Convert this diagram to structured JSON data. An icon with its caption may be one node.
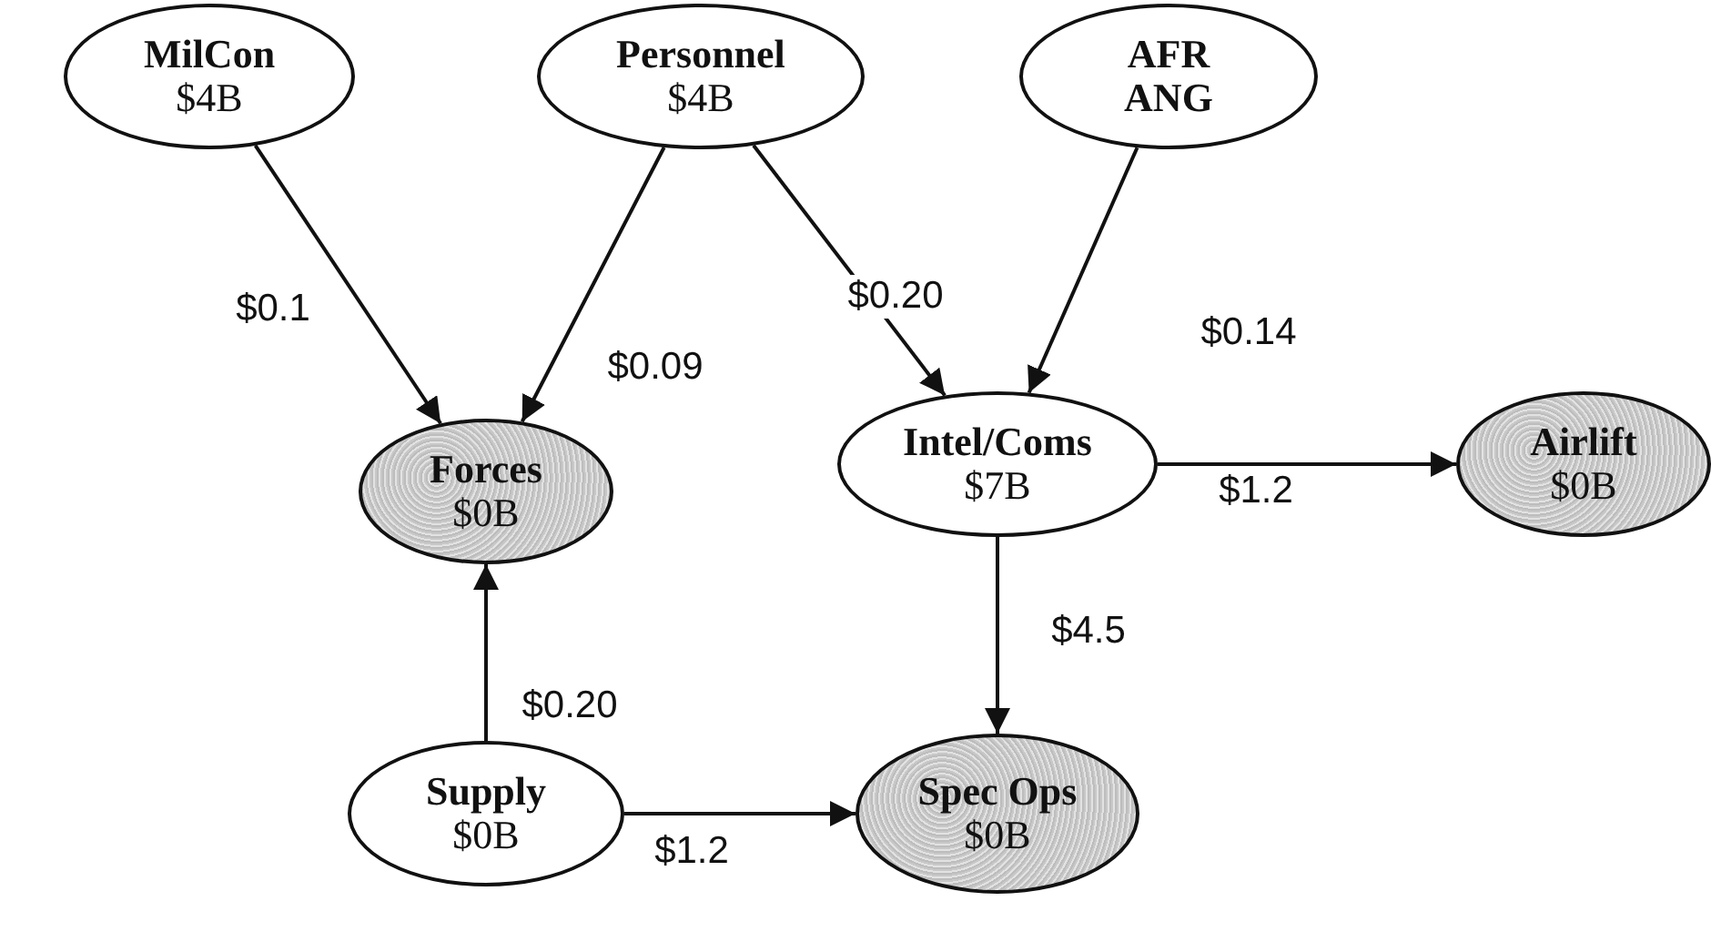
{
  "diagram": {
    "nodes": [
      {
        "text": [
          "MilCon",
          "$4B"
        ]
      },
      {
        "text": [
          "Personnel",
          "$4B"
        ]
      },
      {
        "text": [
          "AFR",
          "ANG"
        ]
      },
      {
        "text": [
          "Forces",
          "$0B"
        ]
      },
      {
        "text": [
          "Intel/Coms",
          "$7B"
        ]
      },
      {
        "text": [
          "Airlift",
          "$0B"
        ]
      },
      {
        "text": [
          "Supply",
          "$0B"
        ]
      },
      {
        "text": [
          "Spec Ops",
          "$0B"
        ]
      }
    ],
    "edges": [
      {
        "from": 0,
        "to": 3,
        "arrow": "to",
        "label": "$0.1"
      },
      {
        "from": 1,
        "to": 3,
        "arrow": "to",
        "label": "$0.09"
      },
      {
        "from": 1,
        "to": 4,
        "arrow": "to",
        "label": "$0.20"
      },
      {
        "from": 2,
        "to": 4,
        "arrow": "to",
        "label": "$0.14"
      },
      {
        "from": 4,
        "to": 5,
        "arrow": "to",
        "label": "$1.2"
      },
      {
        "from": 4,
        "to": 7,
        "arrow": "to",
        "label": "$4.5"
      },
      {
        "from": 6,
        "to": 3,
        "arrow": "to",
        "label": "$0.20"
      },
      {
        "from": 6,
        "to": 7,
        "arrow": "to",
        "label": "$1.2"
      }
    ]
  }
}
